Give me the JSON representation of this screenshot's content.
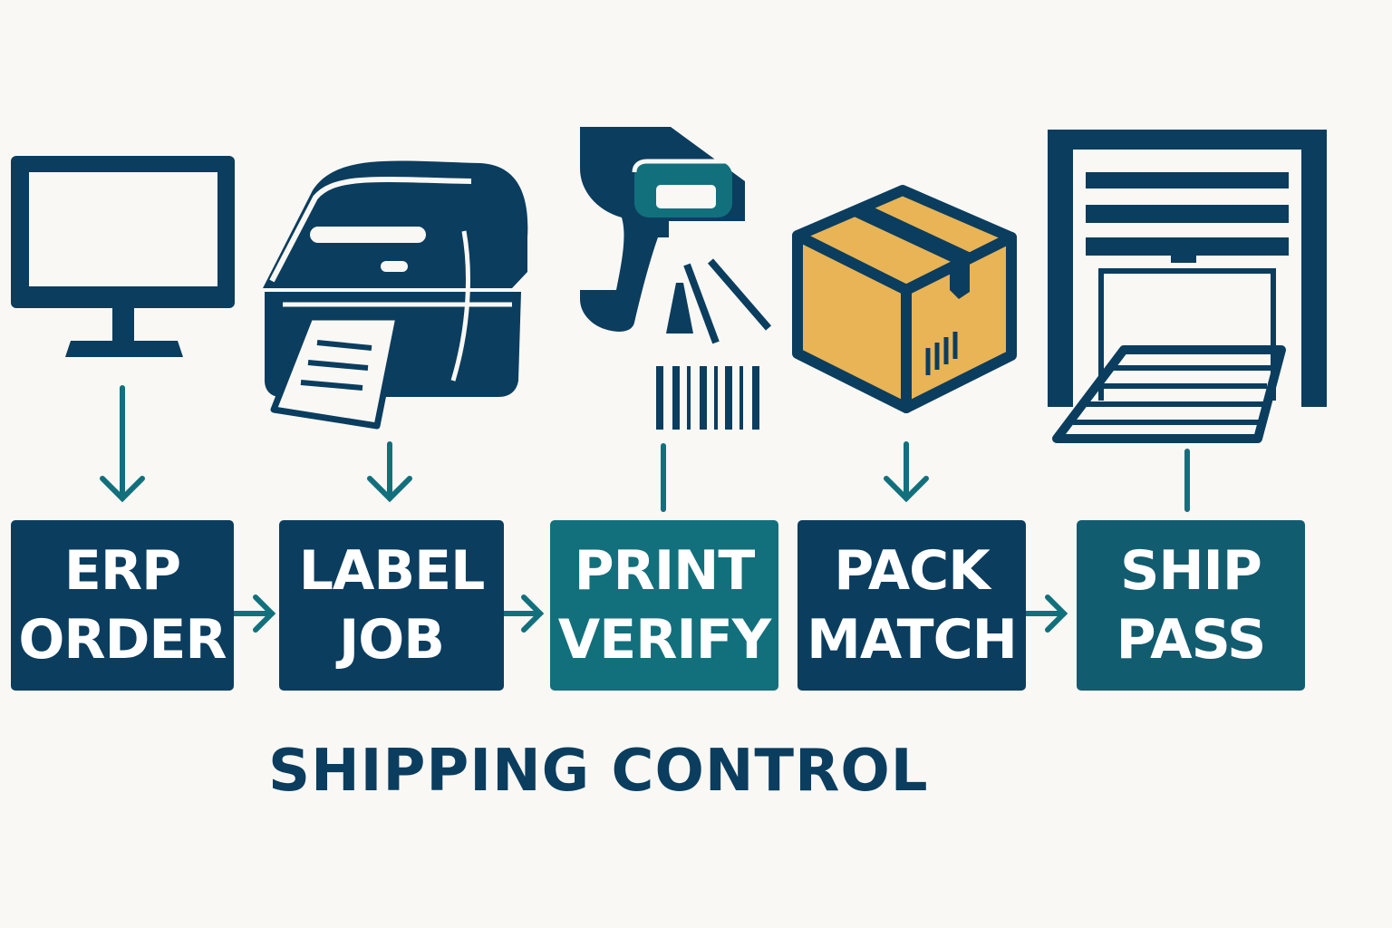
{
  "title": "SHIPPING CONTROL",
  "colors": {
    "navy": "#0b3d5e",
    "teal": "#12707c",
    "box_yellow": "#e8b456",
    "background": "#f9f8f5"
  },
  "steps": [
    {
      "icon": "monitor-icon",
      "line1": "ERP",
      "line2": "ORDER"
    },
    {
      "icon": "label-printer-icon",
      "line1": "LABEL",
      "line2": "JOB"
    },
    {
      "icon": "barcode-scanner-icon",
      "line1": "PRINT",
      "line2": "VERIFY"
    },
    {
      "icon": "package-box-icon",
      "line1": "PACK",
      "line2": "MATCH"
    },
    {
      "icon": "loading-dock-icon",
      "line1": "SHIP",
      "line2": "PASS"
    }
  ]
}
